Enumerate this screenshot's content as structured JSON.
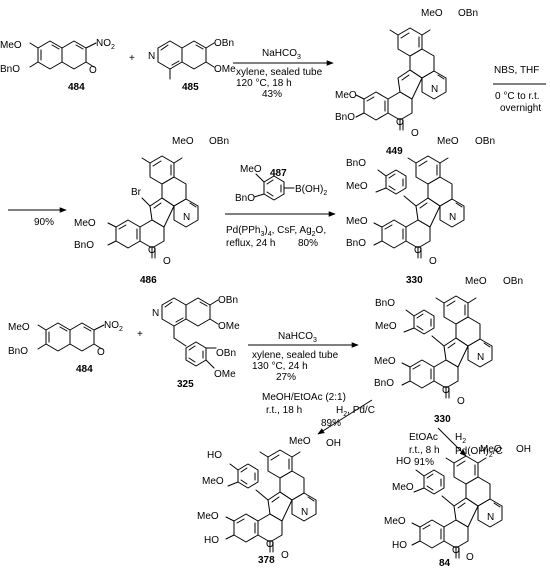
{
  "labels": {
    "MeO": "MeO",
    "BnO": "BnO",
    "OBn": "OBn",
    "HO": "HO",
    "OH": "OH",
    "NO2": "NO",
    "NO2_sub": "2",
    "O": "O",
    "N": "N",
    "Br": "Br",
    "plus": "+",
    "OMe": "OMe",
    "B_OH2": "B(OH)",
    "B_OH2_sub": "2"
  },
  "compounds": {
    "c484": "484",
    "c485": "485",
    "c449": "449",
    "c486": "486",
    "c487": "487",
    "c330": "330",
    "c325": "325",
    "c378": "378",
    "c84": "84"
  },
  "reactions": {
    "r1": {
      "line1": "NaHCO",
      "line1_sub": "3",
      "line2": "xylene, sealed tube",
      "line3": "120 °C, 18 h",
      "line4": "43%"
    },
    "r2": {
      "line1": "NBS, THF",
      "line2": "0 °C to r.t.",
      "line3": "overnight"
    },
    "r3": {
      "yield": "90%"
    },
    "r4": {
      "line1": "Pd(PPh",
      "line1_sub": "3",
      "line1b": ")",
      "line1_sub2": "4",
      "line1c": ", CsF, Ag",
      "line1_sub3": "2",
      "line1d": "O,",
      "line2": "reflux, 24 h",
      "line2b": "80%"
    },
    "r5": {
      "line1": "NaHCO",
      "line1_sub": "3",
      "line2": "xylene, sealed tube",
      "line3": "130 °C, 24 h",
      "line4": "27%"
    },
    "r6": {
      "line1": "MeOH/EtOAc (2:1)",
      "line2": "r.t., 18 h",
      "line3": "H",
      "line3_sub": "2",
      "line3b": ", Pd/C",
      "line4": "89%"
    },
    "r7": {
      "line1": "EtOAc",
      "line2": "r.t., 8 h",
      "line3": "91%",
      "line4": "H",
      "line4_sub": "2",
      "line5": "Pd(OH)",
      "line5_sub": "2",
      "line5b": "/C"
    }
  }
}
